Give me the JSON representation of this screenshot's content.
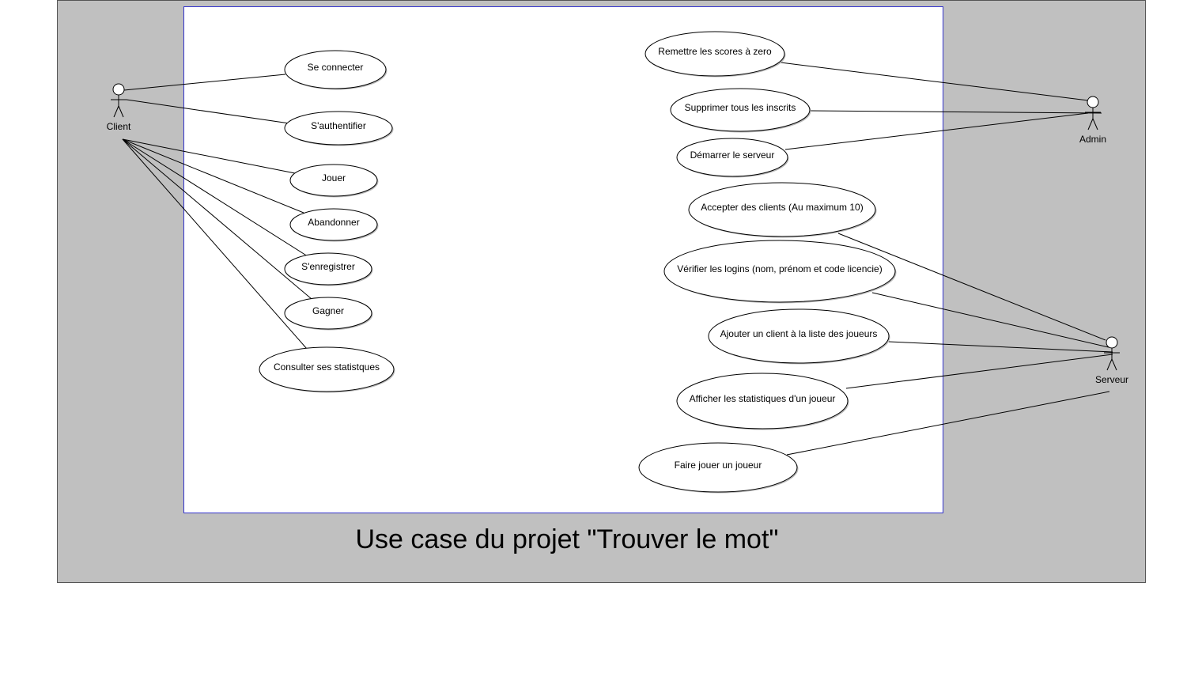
{
  "title": "Use case du projet \"Trouver le mot\"",
  "colors": {
    "page_background": "#ffffff",
    "frame_background": "#c0c0c0",
    "system_boundary_fill": "#ffffff",
    "system_boundary_stroke": "#3333cc",
    "line": "#000000"
  },
  "actors": [
    {
      "id": "client",
      "label": "Client"
    },
    {
      "id": "admin",
      "label": "Admin"
    },
    {
      "id": "serveur",
      "label": "Serveur"
    }
  ],
  "use_cases": [
    {
      "id": "se_connecter",
      "label": "Se connecter"
    },
    {
      "id": "s_authentifier",
      "label": "S'authentifier"
    },
    {
      "id": "jouer",
      "label": "Jouer"
    },
    {
      "id": "abandonner",
      "label": "Abandonner"
    },
    {
      "id": "s_enregistrer",
      "label": "S'enregistrer"
    },
    {
      "id": "gagner",
      "label": "Gagner"
    },
    {
      "id": "consulter_stats",
      "label": "Consulter ses statistques"
    },
    {
      "id": "remettre_scores",
      "label": "Remettre les scores à zero"
    },
    {
      "id": "supprimer_inscrits",
      "label": "Supprimer tous les inscrits"
    },
    {
      "id": "demarrer_serveur",
      "label": "Démarrer le serveur"
    },
    {
      "id": "accepter_clients",
      "label": "Accepter des clients (Au maximum 10)"
    },
    {
      "id": "verifier_logins",
      "label": "Vérifier les logins (nom, prénom et code licencie)"
    },
    {
      "id": "ajouter_client",
      "label": "Ajouter un client à la liste des joueurs"
    },
    {
      "id": "afficher_stats",
      "label": "Afficher les statistiques d'un joueur"
    },
    {
      "id": "faire_jouer",
      "label": "Faire jouer un joueur"
    }
  ],
  "associations": [
    {
      "actor": "client",
      "use_case": "se_connecter"
    },
    {
      "actor": "client",
      "use_case": "s_authentifier"
    },
    {
      "actor": "client",
      "use_case": "jouer"
    },
    {
      "actor": "client",
      "use_case": "abandonner"
    },
    {
      "actor": "client",
      "use_case": "s_enregistrer"
    },
    {
      "actor": "client",
      "use_case": "gagner"
    },
    {
      "actor": "client",
      "use_case": "consulter_stats"
    },
    {
      "actor": "admin",
      "use_case": "remettre_scores"
    },
    {
      "actor": "admin",
      "use_case": "supprimer_inscrits"
    },
    {
      "actor": "admin",
      "use_case": "demarrer_serveur"
    },
    {
      "actor": "serveur",
      "use_case": "accepter_clients"
    },
    {
      "actor": "serveur",
      "use_case": "verifier_logins"
    },
    {
      "actor": "serveur",
      "use_case": "ajouter_client"
    },
    {
      "actor": "serveur",
      "use_case": "afficher_stats"
    },
    {
      "actor": "serveur",
      "use_case": "faire_jouer"
    }
  ]
}
